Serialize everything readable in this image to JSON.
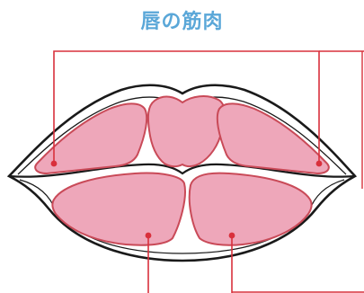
{
  "title": "唇の筋肉",
  "colors": {
    "title": "#5aa7d8",
    "muscle_fill": "#eea7ba",
    "muscle_stroke": "#c94a58",
    "leader_line": "#d9303c",
    "outline": "#1a1a1a"
  },
  "icons": [
    "lip-outline",
    "muscle-segment",
    "leader-dot"
  ]
}
